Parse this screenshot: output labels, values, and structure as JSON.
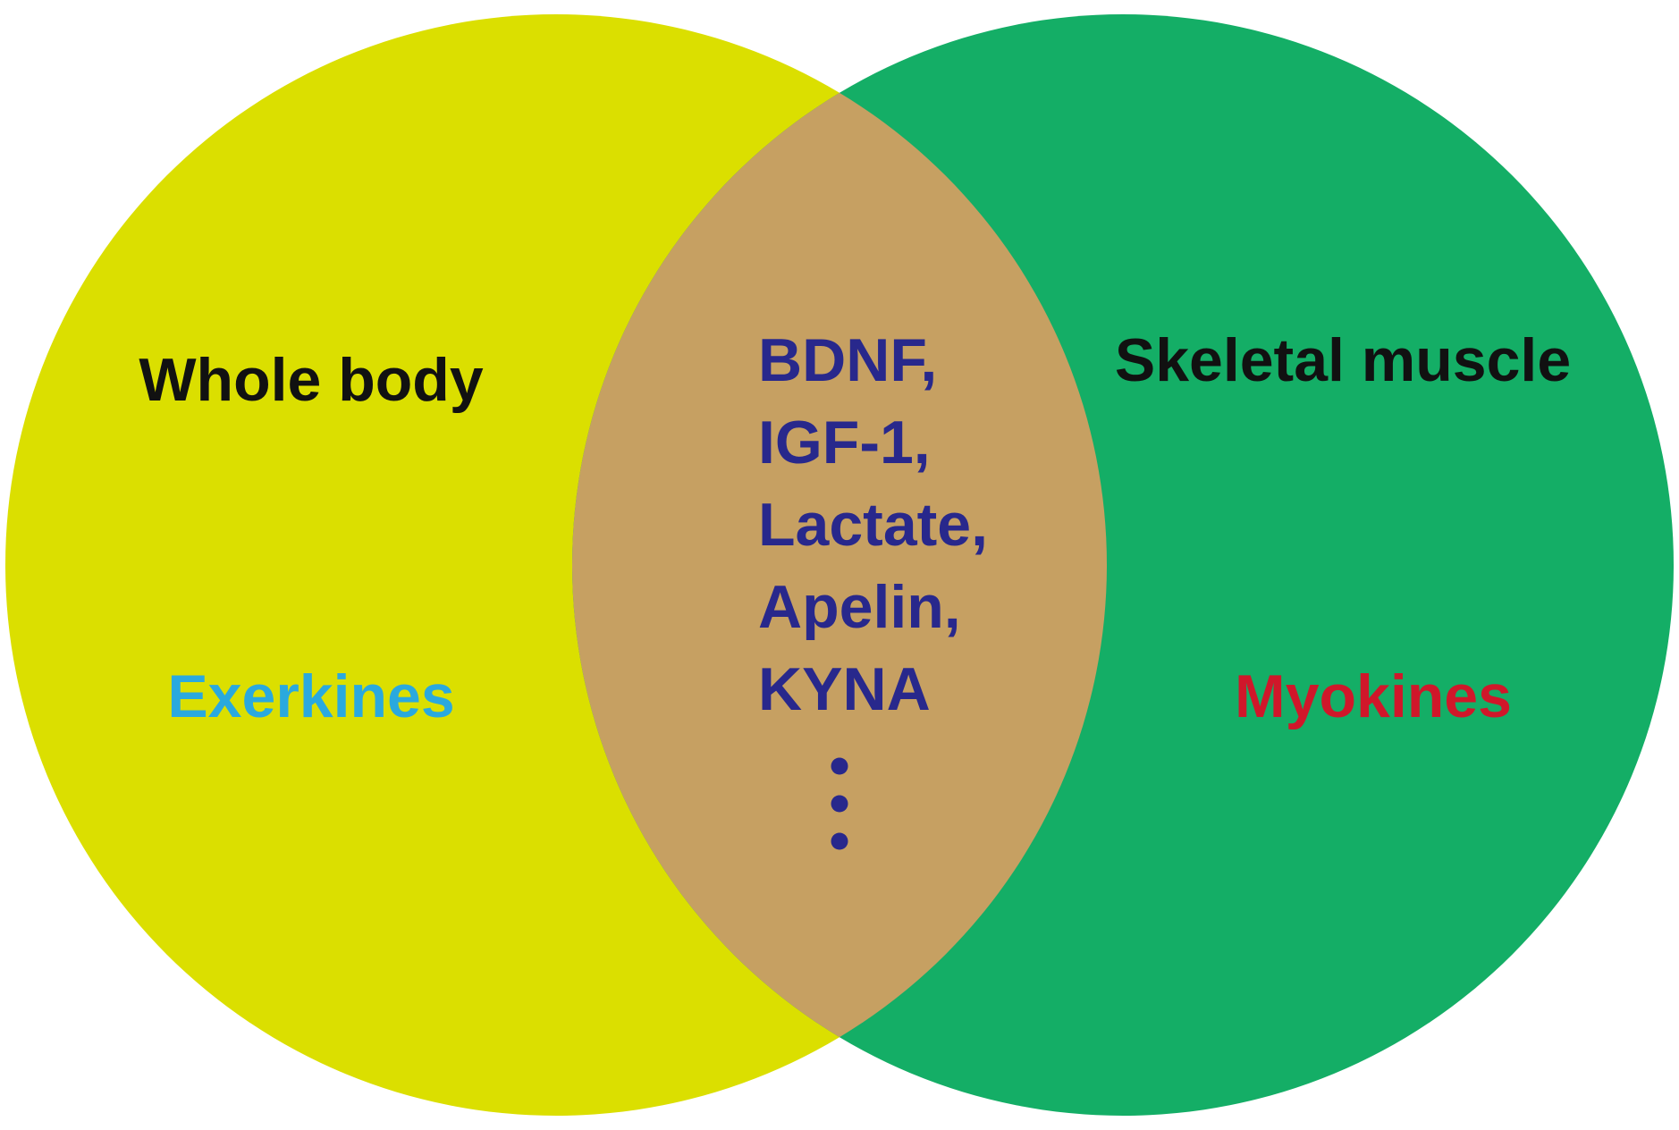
{
  "colors": {
    "background": "#ffffff",
    "left_circle": "#dbdf00",
    "right_circle": "#14ae66",
    "overlap": "#c6a062",
    "heading_text": "#111111",
    "exerkines_text": "#2aa9de",
    "myokines_text": "#d0172a",
    "shared_text": "#28288c"
  },
  "left_set": {
    "heading": "Whole body",
    "category": "Exerkines"
  },
  "right_set": {
    "heading": "Skeletal muscle",
    "category": "Myokines"
  },
  "overlap": {
    "items": [
      "BDNF,",
      "IGF-1,",
      "Lactate,",
      "Apelin,",
      "KYNA"
    ],
    "continuation": "more items (vertical ellipsis)"
  }
}
